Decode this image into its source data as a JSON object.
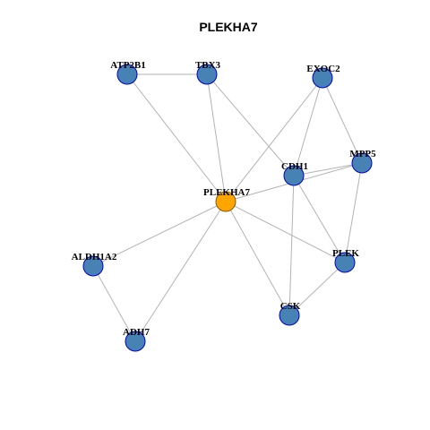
{
  "title": "PLEKHA7",
  "colors": {
    "center_fill": "#ffa500",
    "center_stroke": "#8b5a00",
    "node_fill": "#4682b4",
    "node_stroke": "#0000cd",
    "edge": "#b3b3b3"
  },
  "graph": {
    "center": "PLEKHA7",
    "nodes": [
      {
        "id": "PLEKHA7",
        "label": "PLEKHA7"
      },
      {
        "id": "ATP2B1",
        "label": "ATP2B1"
      },
      {
        "id": "TBX3",
        "label": "TBX3"
      },
      {
        "id": "EXOC2",
        "label": "EXOC2"
      },
      {
        "id": "MPP5",
        "label": "MPP5"
      },
      {
        "id": "CDH1",
        "label": "CDH1"
      },
      {
        "id": "ALDH1A2",
        "label": "ALDH1A2"
      },
      {
        "id": "PLEK",
        "label": "PLEK"
      },
      {
        "id": "CSK",
        "label": "CSK"
      },
      {
        "id": "ADH7",
        "label": "ADH7"
      }
    ],
    "edges": [
      [
        "ATP2B1",
        "TBX3"
      ],
      [
        "ATP2B1",
        "PLEKHA7"
      ],
      [
        "TBX3",
        "PLEKHA7"
      ],
      [
        "TBX3",
        "CDH1"
      ],
      [
        "EXOC2",
        "PLEKHA7"
      ],
      [
        "EXOC2",
        "CDH1"
      ],
      [
        "EXOC2",
        "MPP5"
      ],
      [
        "MPP5",
        "CDH1"
      ],
      [
        "MPP5",
        "PLEKHA7"
      ],
      [
        "MPP5",
        "PLEK"
      ],
      [
        "CDH1",
        "PLEK"
      ],
      [
        "CDH1",
        "CSK"
      ],
      [
        "PLEKHA7",
        "ALDH1A2"
      ],
      [
        "PLEKHA7",
        "ADH7"
      ],
      [
        "PLEKHA7",
        "CSK"
      ],
      [
        "PLEKHA7",
        "PLEK"
      ],
      [
        "ALDH1A2",
        "ADH7"
      ],
      [
        "PLEK",
        "CSK"
      ]
    ]
  }
}
